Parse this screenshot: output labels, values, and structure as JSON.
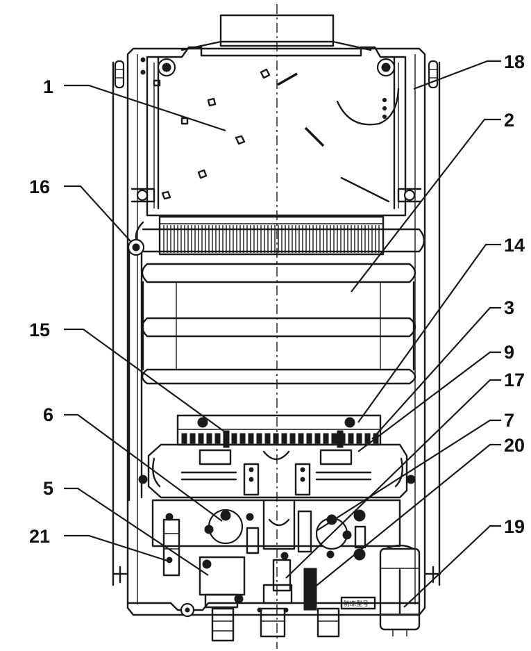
{
  "callouts": [
    {
      "id": "1",
      "label": "1"
    },
    {
      "id": "2",
      "label": "2"
    },
    {
      "id": "3",
      "label": "3"
    },
    {
      "id": "5",
      "label": "5"
    },
    {
      "id": "6",
      "label": "6"
    },
    {
      "id": "7",
      "label": "7"
    },
    {
      "id": "9",
      "label": "9"
    },
    {
      "id": "14",
      "label": "14"
    },
    {
      "id": "15",
      "label": "15"
    },
    {
      "id": "16",
      "label": "16"
    },
    {
      "id": "17",
      "label": "17"
    },
    {
      "id": "18",
      "label": "18"
    },
    {
      "id": "19",
      "label": "19"
    },
    {
      "id": "20",
      "label": "20"
    },
    {
      "id": "21",
      "label": "21"
    }
  ],
  "nameplate_text": "防冻型号",
  "colors": {
    "line": "#1a1a1a",
    "background": "#ffffff"
  }
}
